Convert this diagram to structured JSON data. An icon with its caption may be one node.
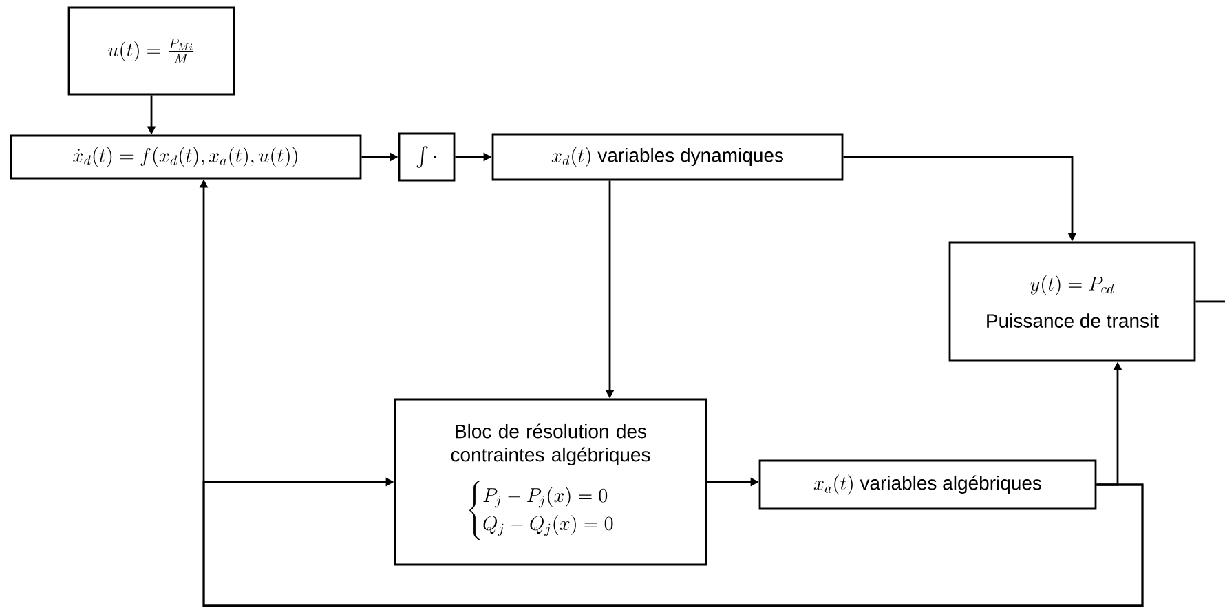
{
  "diagram": {
    "nodes": [
      {
        "text": [
          "u(t) = \\frac{P_{Mi}}{M}"
        ]
      },
      {
        "text": [
          "\\dot{x}_d(t) = f(x_d(t), x_a(t), u(t))"
        ]
      },
      {
        "text": [
          "\\int \\cdot"
        ]
      },
      {
        "text": [
          "x_d(t)",
          "variables dynamiques"
        ]
      },
      {
        "text": [
          "y(t) = P_{cd}",
          "Puissance de transit"
        ]
      },
      {
        "text": [
          "Bloc de résolution des contraintes algébriques",
          "\\begin{cases} P_j - P_j(x) = 0 \\\\ Q_j - Q_j(x) = 0 \\end{cases}"
        ]
      },
      {
        "text": [
          "x_a(t)",
          "variables algébriques"
        ]
      }
    ],
    "edges": [
      {
        "from": 0,
        "to": 1,
        "arrow": "to"
      },
      {
        "from": 1,
        "to": 2,
        "arrow": "to"
      },
      {
        "from": 2,
        "to": 3,
        "arrow": "to"
      },
      {
        "from": 3,
        "to": 4,
        "arrow": "to"
      },
      {
        "from": 3,
        "to": 5,
        "arrow": "to"
      },
      {
        "from": 5,
        "to": 6,
        "arrow": "to"
      },
      {
        "from": 6,
        "to": 4,
        "arrow": "to"
      },
      {
        "from": 6,
        "to": 1,
        "arrow": "to"
      },
      {
        "from": 6,
        "to": 5,
        "arrow": "to"
      },
      {
        "from": 4,
        "to": null,
        "arrow": "none"
      }
    ]
  }
}
